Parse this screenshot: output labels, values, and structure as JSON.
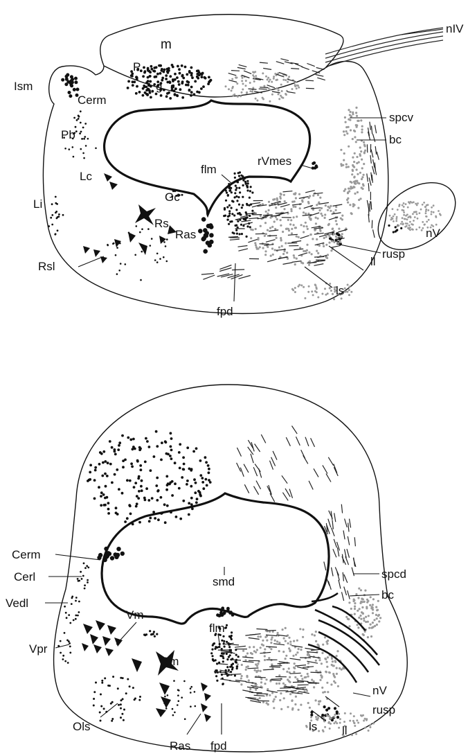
{
  "upper_section": {
    "labels": {
      "nIV": "nIV",
      "m": "m",
      "P": "P",
      "g": "g",
      "Ism": "Ism",
      "Cerm": "Cerm",
      "Pb": "Pb",
      "spcv": "spcv",
      "bc": "bc",
      "rVmes": "rVmes",
      "flm": "flm",
      "Lc": "Lc",
      "Gc": "Gc",
      "Li": "Li",
      "Rs": "Rs",
      "Ras": "Ras",
      "nV": "nV",
      "Rsl": "Rsl",
      "ll": "ll",
      "rusp": "rusp",
      "ls": "ls",
      "fpd": "fpd"
    }
  },
  "lower_section": {
    "labels": {
      "smd": "smd",
      "Cerm": "Cerm",
      "Cerl": "Cerl",
      "spcd": "spcd",
      "bc": "bc",
      "Vedl": "Vedl",
      "Vm": "Vm",
      "flm": "flm",
      "Vpr": "Vpr",
      "Rm": "Rm",
      "nV": "nV",
      "rusp": "rusp",
      "ll": "ll",
      "ls": "ls",
      "Ols": "Ols",
      "Ras": "Ras",
      "fpd": "fpd"
    }
  },
  "colors": {
    "ink": "#111111",
    "stipple_gray": "#9a9a9a",
    "background": "#ffffff"
  }
}
